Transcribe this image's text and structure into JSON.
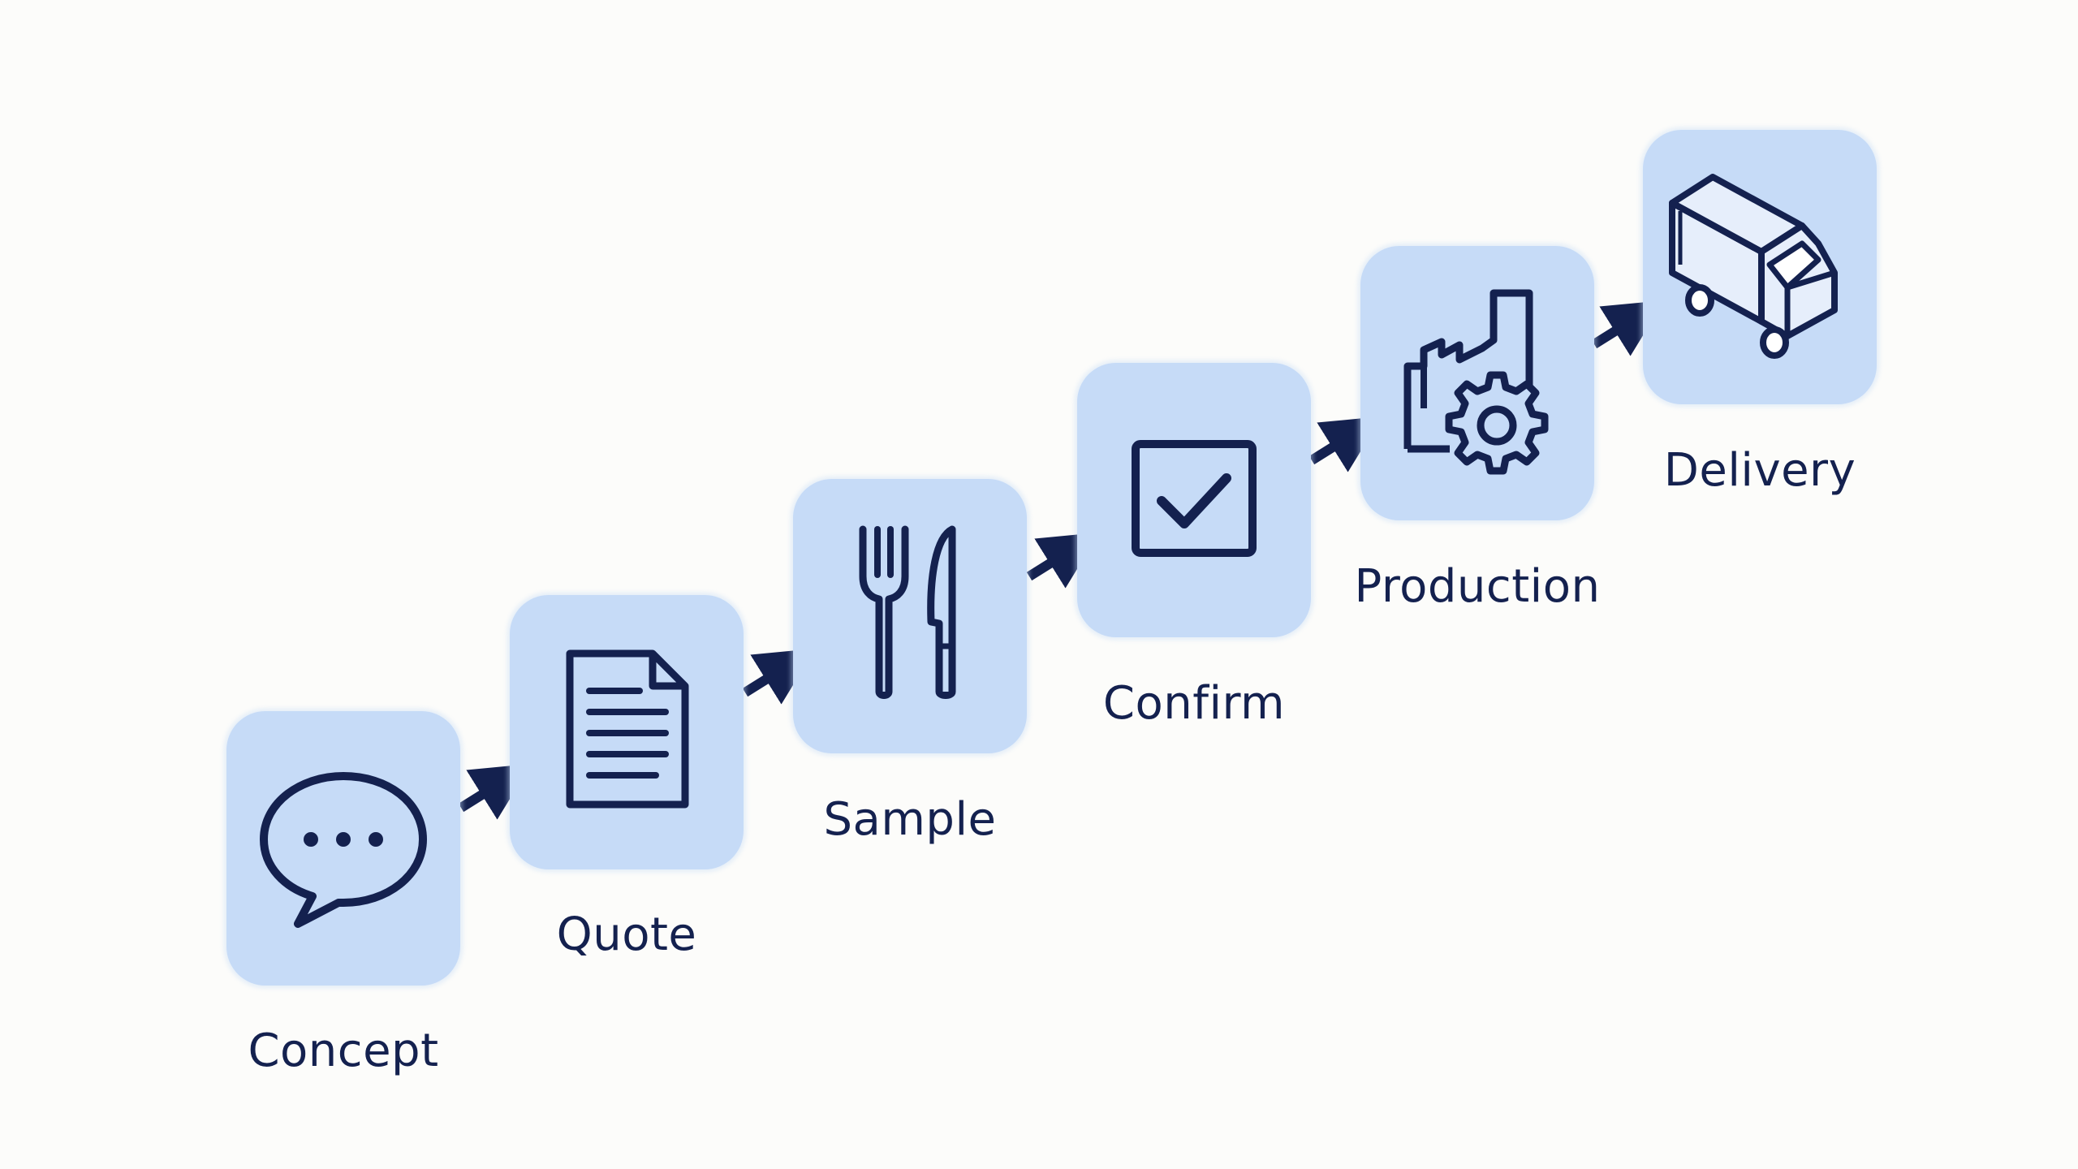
{
  "colors": {
    "background": "#fcfcfa",
    "box": "#c6dbf7",
    "icon": "#14214f",
    "label": "#14214f",
    "arrow": "#14214f"
  },
  "steps": [
    {
      "label": "Concept",
      "icon": "speech-bubble-icon"
    },
    {
      "label": "Quote",
      "icon": "document-icon"
    },
    {
      "label": "Sample",
      "icon": "fork-knife-icon"
    },
    {
      "label": "Confirm",
      "icon": "checkbox-icon"
    },
    {
      "label": "Production",
      "icon": "factory-gear-icon"
    },
    {
      "label": "Delivery",
      "icon": "truck-icon"
    }
  ]
}
